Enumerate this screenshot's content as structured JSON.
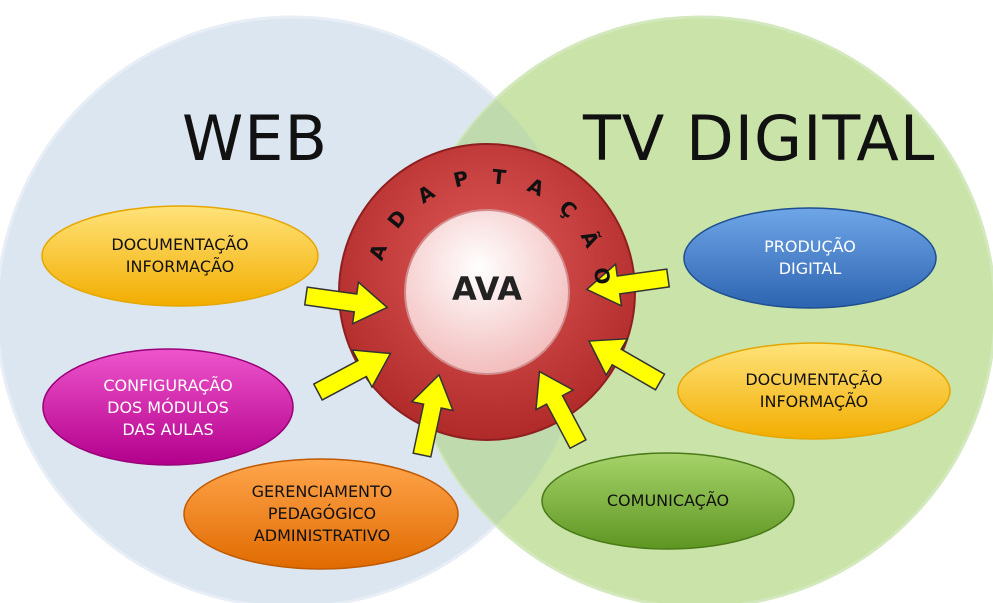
{
  "left_circle": {
    "title": "WEB",
    "fill": "#dce6f1"
  },
  "right_circle": {
    "title": "TV DIGITAL",
    "fill": "#c3e0a0"
  },
  "center": {
    "label": "AVA",
    "ring_label_letters": [
      "A",
      "D",
      "A",
      "P",
      "T",
      "A",
      "Ç",
      "Ã",
      "O"
    ],
    "ring_color": "#c0392b",
    "core_color": "#f6c9c9"
  },
  "left_items": [
    {
      "text": "DOCUMENTAÇÃO\nINFORMAÇÃO",
      "color": "#ffc000",
      "text_color": "#111111"
    },
    {
      "text": "CONFIGURAÇÃO\nDOS MÓDULOS\nDAS AULAS",
      "color": "#cc00a0",
      "text_color": "#ffffff"
    },
    {
      "text": "GERENCIAMENTO\nPEDAGÓGICO\nADMINISTRATIVO",
      "color": "#f07800",
      "text_color": "#111111"
    }
  ],
  "right_items": [
    {
      "text": "PRODUÇÃO\nDIGITAL",
      "color": "#3a78c8",
      "text_color": "#ffffff"
    },
    {
      "text": "DOCUMENTAÇÃO\nINFORMAÇÃO",
      "color": "#ffc000",
      "text_color": "#111111"
    },
    {
      "text": "COMUNICAÇÃO",
      "color": "#7ab030",
      "text_color": "#111111"
    }
  ],
  "arrow_color": "#ffff00"
}
